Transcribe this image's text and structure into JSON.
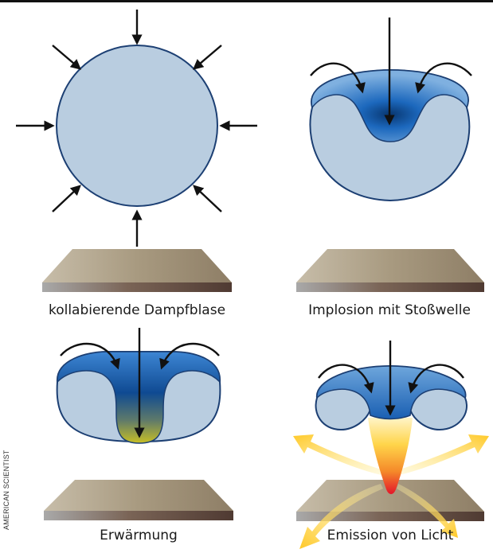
{
  "panels": [
    {
      "id": "collapsing",
      "caption": "kollabierende Dampfblase"
    },
    {
      "id": "implosion",
      "caption": "Implosion mit Stoßwelle"
    },
    {
      "id": "heating",
      "caption": "Erwärmung"
    },
    {
      "id": "emission",
      "caption": "Emission von Licht"
    }
  ],
  "credit": "AMERICAN SCIENTIST",
  "colors": {
    "bubble_fill": "#b9cde0",
    "bubble_outline": "#1c3f73",
    "jet_blue": "#1e6fc4",
    "jet_dark": "#0b3f86",
    "heat_yellow": "#c8b92a",
    "light_yellow": "#ffd24a",
    "light_red": "#e8232a",
    "arrow": "#111111",
    "plate_top": "#a79a82",
    "plate_side": "#6a5548"
  }
}
